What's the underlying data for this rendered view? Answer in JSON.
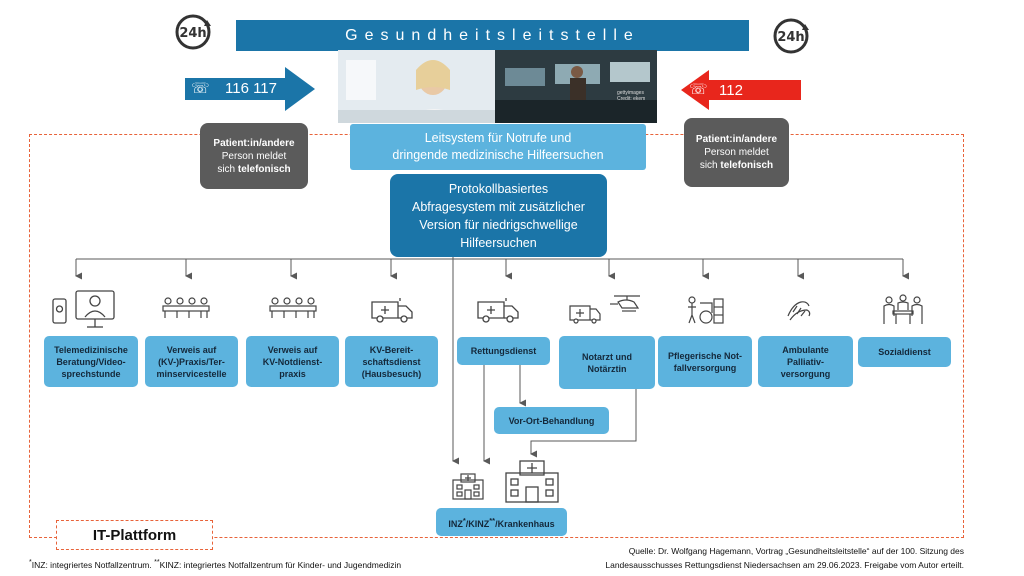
{
  "header": {
    "title": "Gesundheitsleitstelle",
    "clock_label": "24h"
  },
  "phone_left": {
    "number": "116 117",
    "color": "#1b75a8"
  },
  "phone_right": {
    "number": "112",
    "color": "#e8261c"
  },
  "photo": {
    "credit_line1": "gettyimages",
    "credit_line2": "Credit: ekem"
  },
  "leitsystem": {
    "line1": "Leitsystem für Notrufe und",
    "line2": "dringende medizinische Hilfeersuchen"
  },
  "patient_left": {
    "line1": "Patient:in/andere",
    "line2": "Person meldet",
    "line3_prefix": "sich ",
    "line3_bold": "telefonisch"
  },
  "patient_right": {
    "line1": "Patient:in/andere",
    "line2": "Person meldet",
    "line3_prefix": "sich ",
    "line3_bold": "telefonisch"
  },
  "protokoll": {
    "line1": "Protokollbasiertes",
    "line2": "Abfragesystem mit zusätzlicher",
    "line3": "Version für niedrigschwellige",
    "line4": "Hilfeersuchen"
  },
  "destinations": [
    {
      "line1": "Telemedizinische",
      "line2": "Beratung/Video-",
      "line3": "sprechstunde"
    },
    {
      "line1": "Verweis auf",
      "line2": "(KV-)Praxis/Ter-",
      "line3": "minservicestelle"
    },
    {
      "line1": "Verweis auf",
      "line2": "KV-Notdienst-",
      "line3": "praxis"
    },
    {
      "line1": "KV-Bereit-",
      "line2": "schaftsdienst",
      "line3": "(Hausbesuch)"
    },
    {
      "line1": "Rettungsdienst"
    },
    {
      "line1": "Notarzt und",
      "line2": "Notärztin"
    },
    {
      "line1": "Pflegerische Not-",
      "line2": "fallversorgung"
    },
    {
      "line1": "Ambulante",
      "line2": "Palliativ-",
      "line3": "versorgung"
    },
    {
      "line1": "Sozialdienst"
    }
  ],
  "vor_ort": "Vor-Ort-Behandlung",
  "krankenhaus": {
    "prefix": "INZ",
    "sup1": "*",
    "mid": "/KINZ",
    "sup2": "**",
    "suffix": "/Krankenhaus"
  },
  "it_platform": "IT-Plattform",
  "footnote": {
    "sup1": "*",
    "text1": "INZ: integriertes Notfallzentrum. ",
    "sup2": "**",
    "text2": "KINZ: integriertes Notfallzentrum für Kinder- und Jugendmedizin"
  },
  "source": {
    "line1": "Quelle: Dr. Wolfgang Hagemann, Vortrag „Gesundheitsleitstelle“ auf der 100. Sitzung des",
    "line2": "Landesausschusses Rettungsdienst Niedersachsen am 29.06.2023. Freigabe vom Autor erteilt."
  },
  "colors": {
    "dark_blue": "#1b75a8",
    "light_blue": "#5cb3de",
    "grey": "#5b5b5b",
    "red": "#e8261c",
    "dashed_orange": "#e8633a",
    "line_grey": "#595959"
  }
}
